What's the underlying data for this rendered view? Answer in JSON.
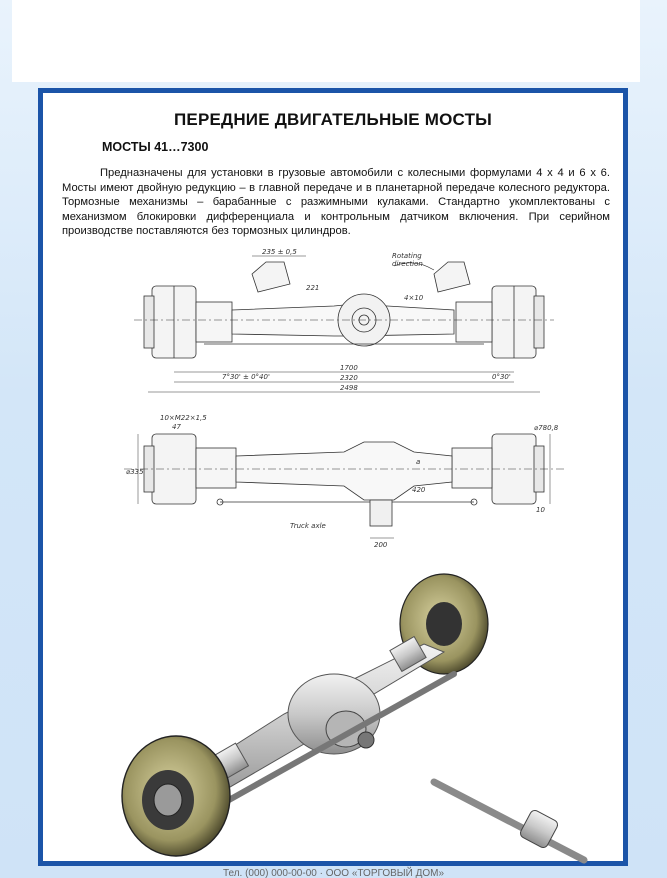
{
  "page": {
    "title": "ПЕРЕДНИЕ ДВИГАТЕЛЬНЫЕ МОСТЫ",
    "subtitle": "МОСТЫ 41…7300",
    "description": "Предназначены для установки в грузовые автомобили с колесными формулами 4 х 4 и 6 х 6.  Мосты имеют двойную редукцию – в главной передаче и в планетарной передаче колесного редуктора. Тормозные механизмы – барабанные с разжимными кулаками. Стандартно укомплектованы с механизмом блокировки дифференциала и контрольным датчиком включения. При серийном производстве поставляются без тормозных цилиндров."
  },
  "drawing_top": {
    "rotating_label_1": "Rotating",
    "rotating_label_2": "direction",
    "dim_235": "235 ± 0,5",
    "dim_221": "221",
    "dim_4x10": "4×10",
    "dim_1700": "1700",
    "dim_angle_left": "7°30' ± 0°40'",
    "dim_angle_right": "0°30'",
    "dim_2320": "2320",
    "dim_2498": "2498"
  },
  "drawing_bottom": {
    "dim_thread": "10×M22×1,5",
    "dim_47": "47",
    "dim_335": "⌀335",
    "dim_a": "a",
    "dim_420": "420",
    "dim_780": "⌀780,8",
    "dim_10": "10",
    "truck_axle": "Truck axle",
    "dim_200": "200"
  },
  "footer": {
    "text": "Тел. (000) 000-00-00  ·  ООО «ТОРГОВЫЙ ДОМ»"
  }
}
